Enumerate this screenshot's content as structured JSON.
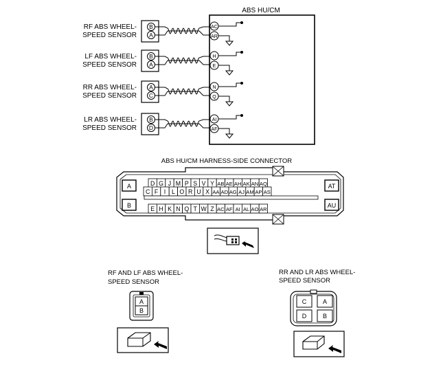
{
  "hu_title": "ABS HU/CM",
  "sensors": [
    {
      "label1": "RF ABS WHEEL-",
      "label2": "SPEED SENSOR",
      "pin1": "B",
      "pin2": "A",
      "hu1": "AC",
      "hu2": "AR"
    },
    {
      "label1": "LF ABS WHEEL-",
      "label2": "SPEED SENSOR",
      "pin1": "B",
      "pin2": "A",
      "hu1": "H",
      "hu2": "E"
    },
    {
      "label1": "RR ABS WHEEL-",
      "label2": "SPEED SENSOR",
      "pin1": "A",
      "pin2": "C",
      "hu1": "N",
      "hu2": "Q"
    },
    {
      "label1": "LR ABS WHEEL-",
      "label2": "SPEED SENSOR",
      "pin1": "B",
      "pin2": "D",
      "hu1": "AI",
      "hu2": "AF"
    }
  ],
  "connector": {
    "title": "ABS HU/CM HARNESS-SIDE CONNECTOR",
    "corner_tl": "A",
    "corner_bl": "B",
    "corner_tr": "AT",
    "corner_br": "AU",
    "row1": [
      "D",
      "G",
      "J",
      "M",
      "P",
      "S",
      "V",
      "Y",
      "AB",
      "AE",
      "AH",
      "AK",
      "AN",
      "AQ"
    ],
    "row2": [
      "C",
      "F",
      "I",
      "L",
      "O",
      "R",
      "U",
      "X",
      "AA",
      "AD",
      "AG",
      "AJ",
      "AM",
      "AP",
      "AS"
    ],
    "row3": [
      "E",
      "H",
      "K",
      "N",
      "Q",
      "T",
      "W",
      "Z",
      "AC",
      "AF",
      "AI",
      "AL",
      "AO",
      "AR"
    ]
  },
  "front_sensor": {
    "label1": "RF AND LF ABS WHEEL-",
    "label2": "SPEED SENSOR",
    "pin_top": "A",
    "pin_bottom": "B"
  },
  "rear_sensor": {
    "label1": "RR AND LR ABS WHEEL-",
    "label2": "SPEED SENSOR",
    "pins": [
      "C",
      "A",
      "D",
      "B"
    ]
  }
}
